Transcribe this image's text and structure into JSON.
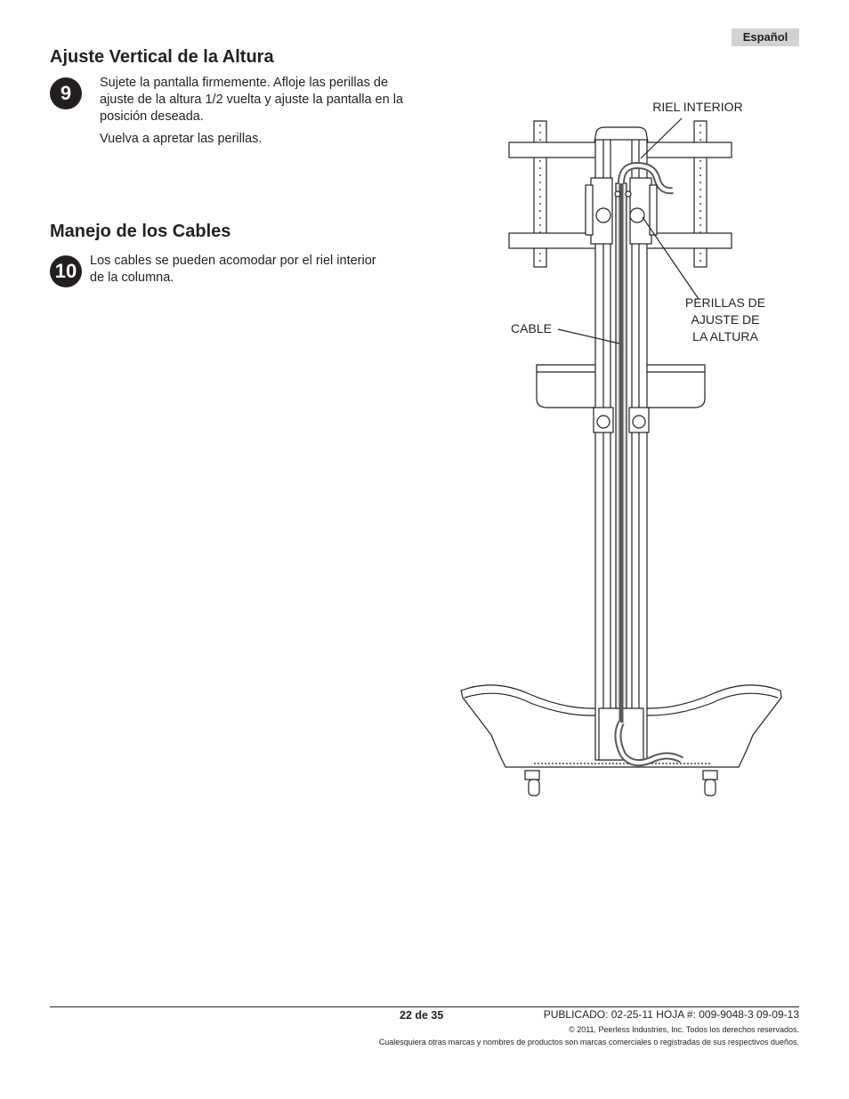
{
  "header": {
    "language": "Español"
  },
  "section1": {
    "title": "Ajuste Vertical de la Altura",
    "step_number": "9",
    "line1": "Sujete la pantalla firmemente. Afloje las perillas de",
    "line2": "ajuste de la altura 1/2 vuelta y ajuste la pantalla en la",
    "line3": "posición deseada.",
    "line4": "Vuelva a apretar las perillas."
  },
  "section2": {
    "title": "Manejo de los Cables",
    "step_number": "10",
    "line1": "Los cables se pueden acomodar por el riel interior",
    "line2": "de la columna."
  },
  "diagram": {
    "label_inner_rail": "RIEL INTERIOR",
    "label_knobs_1": "PERILLAS DE",
    "label_knobs_2": "AJUSTE DE",
    "label_knobs_3": "LA ALTURA",
    "label_cable": "CABLE"
  },
  "footer": {
    "page": "22 de 35",
    "published": "PUBLICADO: 02-25-11  HOJA #: 009-9048-3  09-09-13",
    "copyright": "© 2011, Peerless Industries, Inc. Todos los derechos reservados.",
    "trademark": "Cualesquiera otras marcas y nombres de productos son marcas comerciales o registradas de sus respectivos dueños."
  }
}
